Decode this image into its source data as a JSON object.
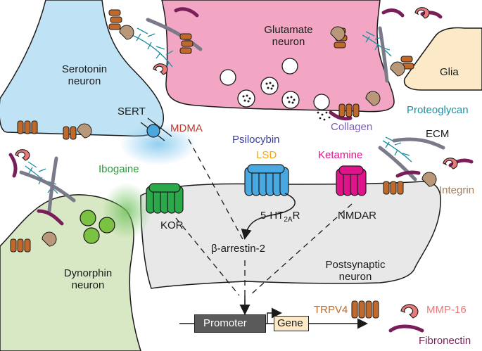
{
  "labels": {
    "glutamate_neuron": "Glutamate\nneuron",
    "serotonin_neuron": "Serotonin\nneuron",
    "glia": "Glia",
    "sert": "SERT",
    "mdma": "MDMA",
    "psilocybin": "Psilocybin",
    "lsd": "LSD",
    "ketamine": "Ketamine",
    "proteoglycan": "Proteoglycan",
    "collagen": "Collagen",
    "ecm": "ECM",
    "ibogaine": "Ibogaine",
    "kor": "KOR",
    "receptor_5ht2a": "5-HT",
    "receptor_5ht2a_sub": "2A",
    "receptor_5ht2a_end": "R",
    "nmdar": "NMDAR",
    "integrin": "Integrin",
    "beta_arrestin": "β-arrestin-2",
    "postsynaptic_neuron": "Postsynaptic\nneuron",
    "dynorphin_neuron": "Dynorphin\nneuron",
    "trpv4": "TRPV4",
    "mmp16": "MMP-16",
    "fibronectin": "Fibronectin",
    "promoter": "Promoter",
    "gene": "Gene"
  },
  "colors": {
    "serotonin_neuron": "#bfe3f5",
    "glutamate_neuron": "#f2a6c4",
    "glia": "#fbe9c7",
    "dynorphin_neuron": "#d9e8c4",
    "postsynaptic_neuron": "#e8e8e8",
    "mdma": "#c0392b",
    "psilocybin": "#3a3fa0",
    "lsd": "#f2a60f",
    "ketamine": "#e0148a",
    "proteoglycan": "#1e8fa0",
    "collagen": "#7a5fb0",
    "ibogaine": "#2a9a3c",
    "integrin": "#a08060",
    "trpv4": "#c0692a",
    "mmp16": "#e87a7a",
    "fibronectin": "#7a1e5a",
    "kor_receptor": "#2aa84a",
    "ht2a_receptor": "#4aa8e0",
    "nmdar_receptor": "#e0148a"
  }
}
